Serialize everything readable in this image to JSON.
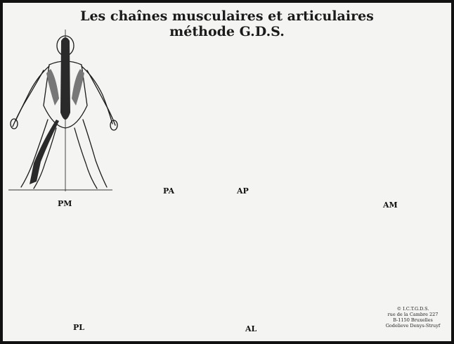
{
  "title": {
    "line1": "Les chaînes musculaires et articulaires",
    "line2": "méthode G.D.S."
  },
  "figures": [
    {
      "code": "PM"
    },
    {
      "code": "PA"
    },
    {
      "code": "AP"
    },
    {
      "code": "AM"
    },
    {
      "code": "PL"
    },
    {
      "code": "AL"
    }
  ],
  "credit": {
    "line1": "© I.C.T.G.D.S.",
    "line2": "rue de la Cambre 227",
    "line3": "B-1150 Bruxelles",
    "line4": "Godelieve Denys-Struyf"
  }
}
